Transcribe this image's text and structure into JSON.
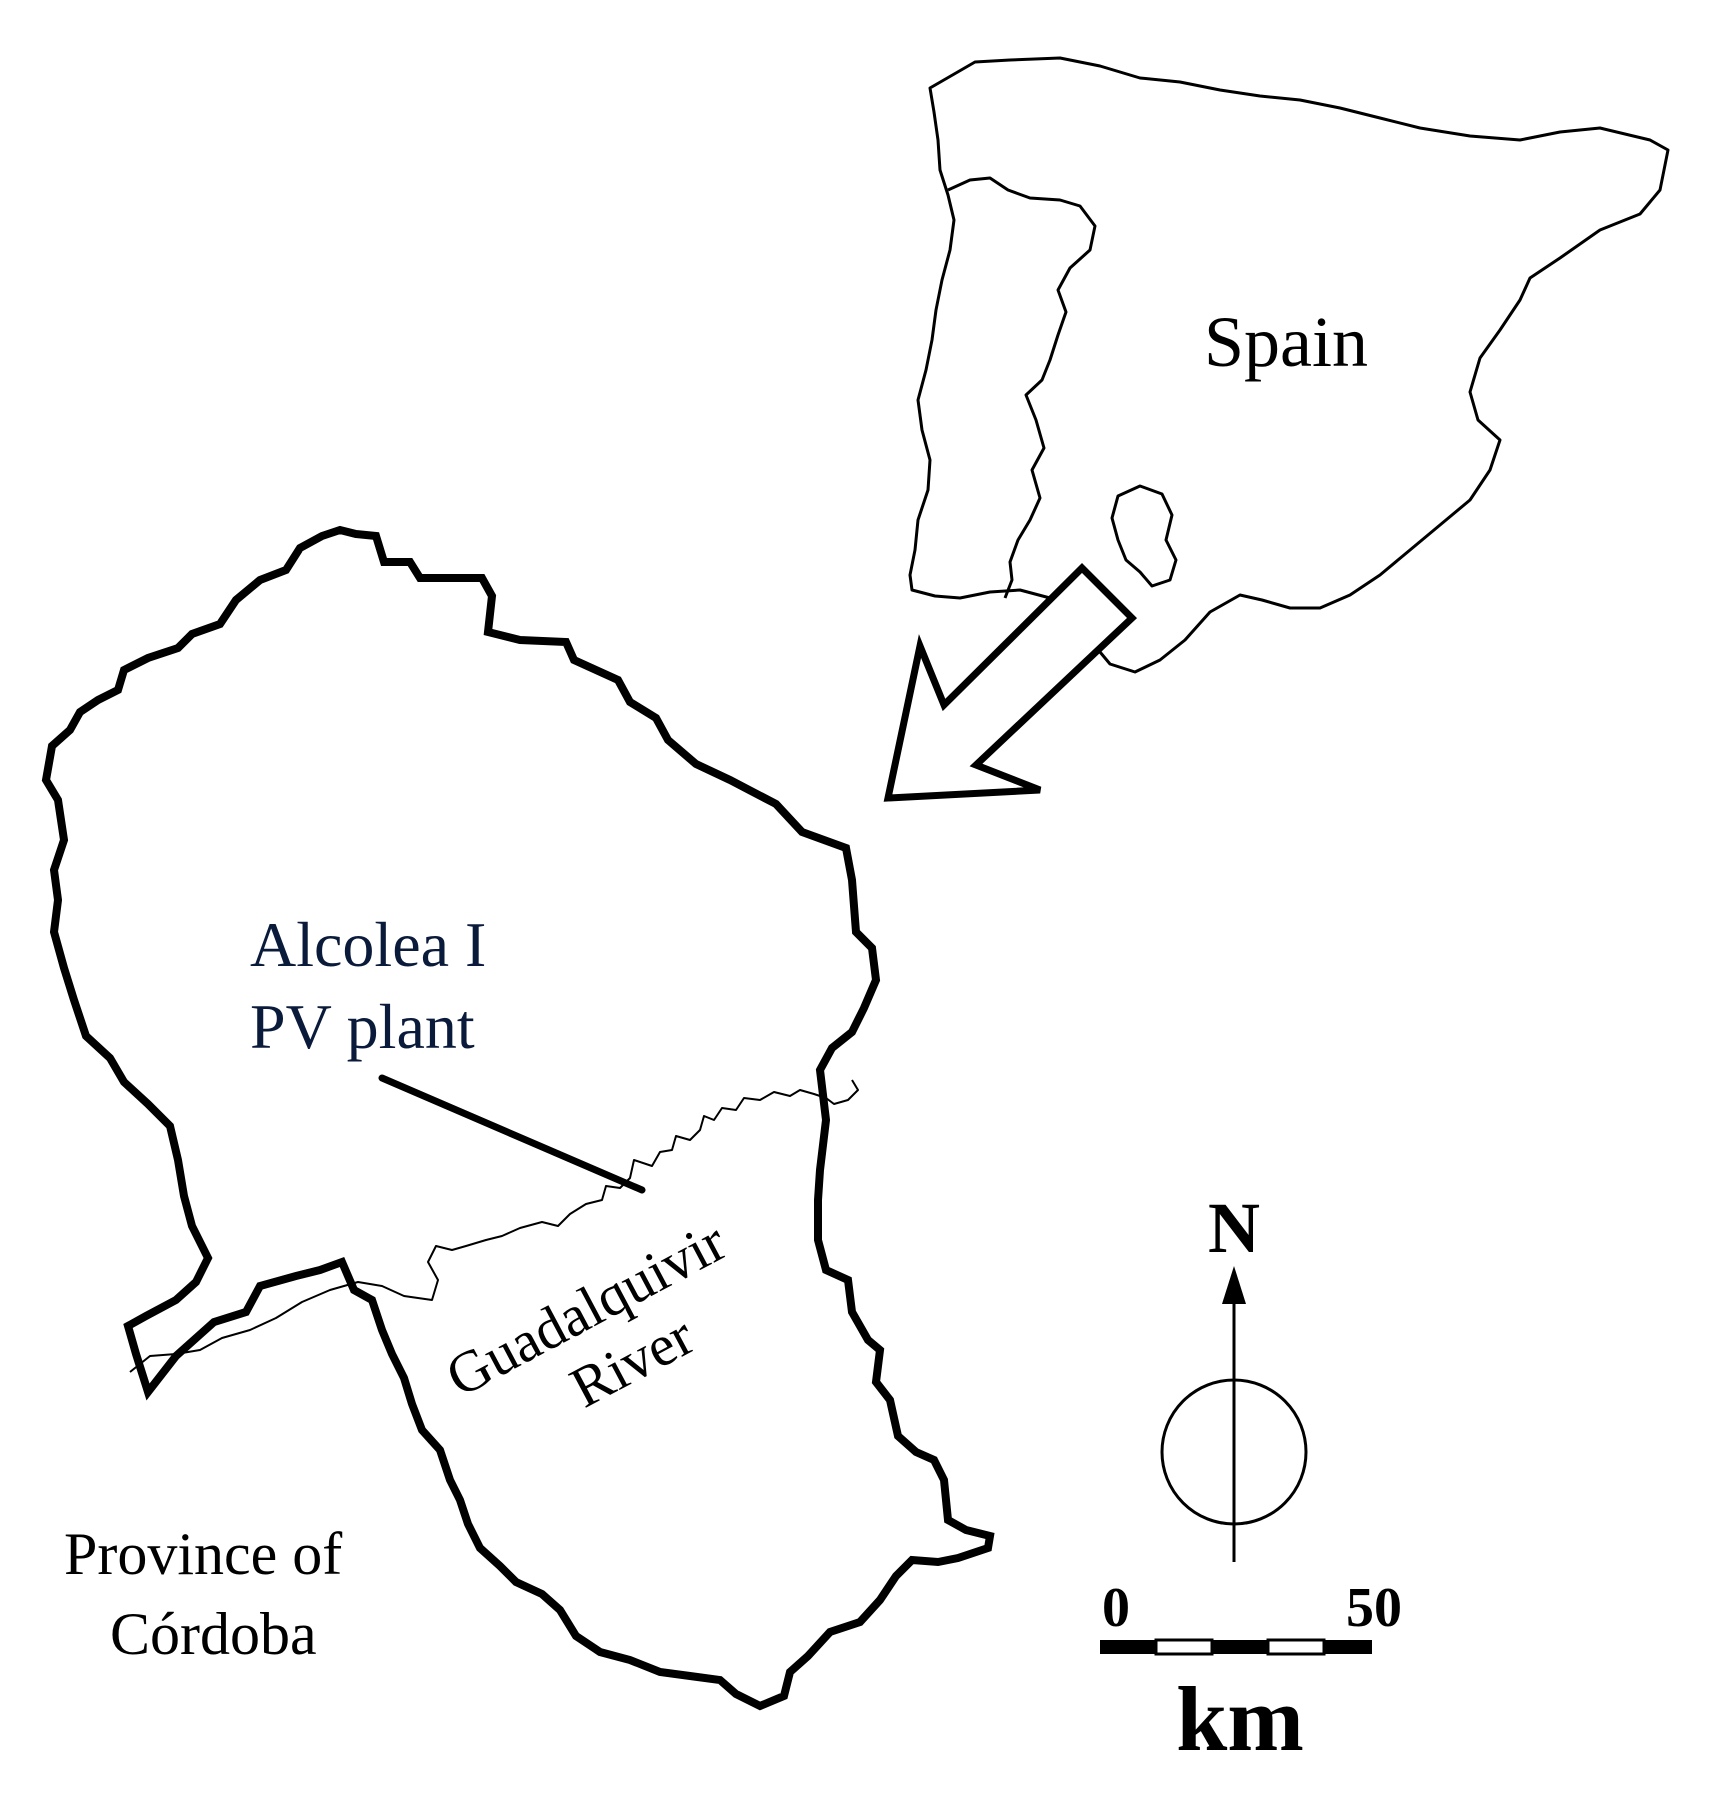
{
  "map": {
    "inset_label": "Spain",
    "plant_label_line1": "Alcolea I",
    "plant_label_line2": "PV plant",
    "river_label_line1": "Guadalquivir",
    "river_label_line2": "River",
    "province_label_line1": "Province of",
    "province_label_line2": "Córdoba",
    "north_label": "N",
    "scale_start": "0",
    "scale_end": "50",
    "scale_unit": "km"
  },
  "colors": {
    "ink": "#000000",
    "background": "#ffffff",
    "plant_label": "#0a1a3a"
  },
  "icons": {
    "north_arrow": "north-arrow-icon",
    "locator_arrow": "locator-arrow-icon"
  }
}
